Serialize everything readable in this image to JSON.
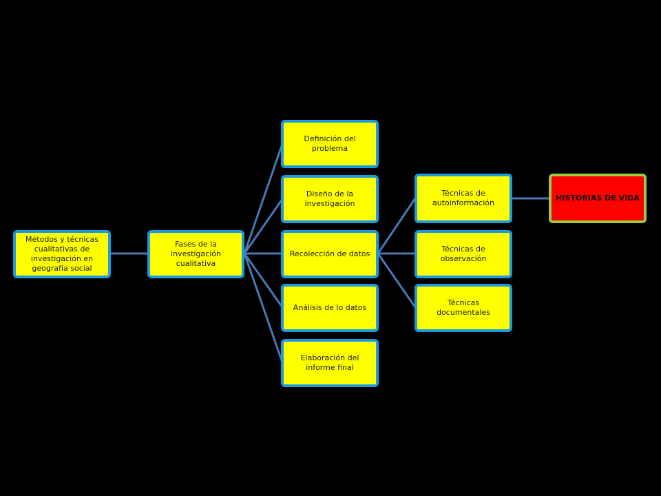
{
  "diagram": {
    "root": "Métodos y técnicas cualitativas de investigación en geografía social",
    "phases": "Fases de la investigación cualitativa",
    "steps": [
      "Definición del problema",
      "Diseño de la investigación",
      "Recolección de datos",
      "Análisis de lo datos",
      "Elaboración del informe final"
    ],
    "techniques": [
      "Técnicas de autoinformación",
      "Técnicas de observación",
      "Técnicas documentales"
    ],
    "highlight": "HISTORIAS DE VIDA"
  },
  "colors": {
    "background": "#000000",
    "node_fill": "#ffff00",
    "node_border": "#1a9be0",
    "highlight_fill": "#ff0000",
    "highlight_border": "#9ccb3b",
    "connector": "#4a78b5"
  }
}
